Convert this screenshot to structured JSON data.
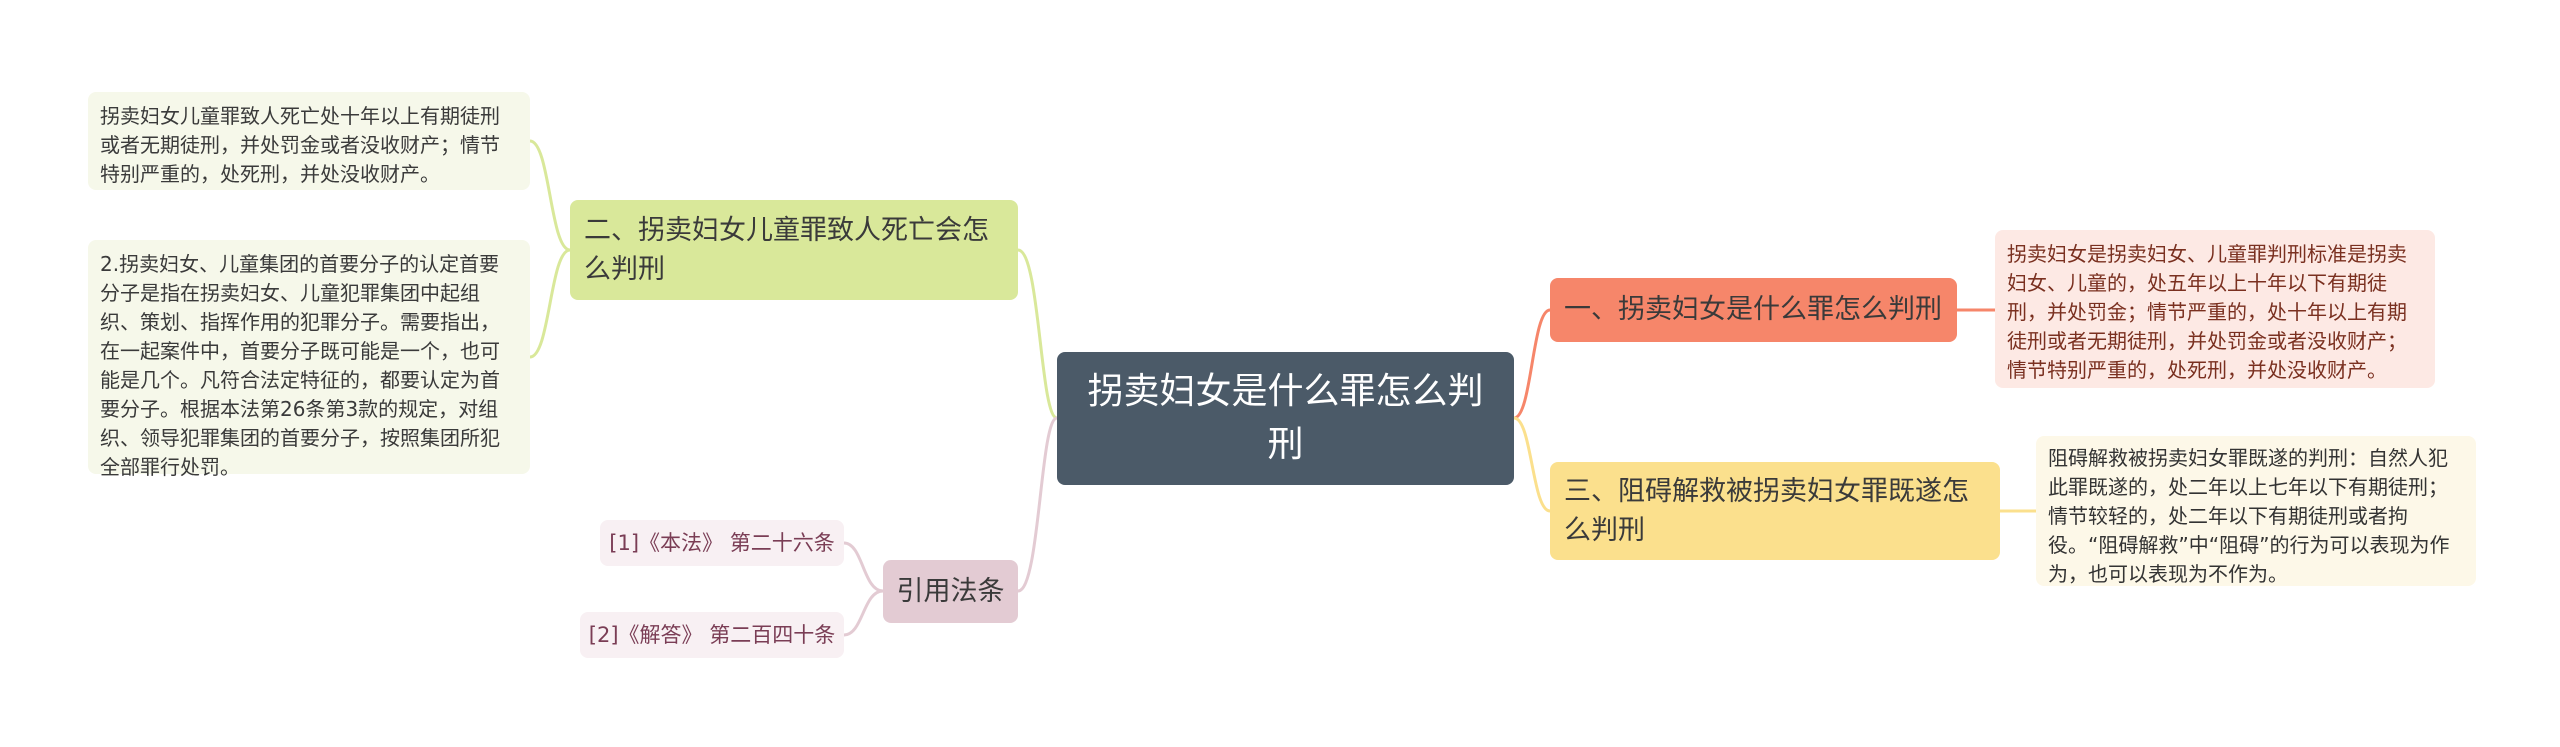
{
  "center": {
    "title": "拐卖妇女是什么罪怎么判刑"
  },
  "branches": {
    "b1": {
      "label": "一、拐卖妇女是什么罪怎么判刑",
      "color": "#f6866a",
      "detail": "拐卖妇女是拐卖妇女、儿童罪判刑标准是拐卖妇女、儿童的，处五年以上十年以下有期徒刑，并处罚金；情节严重的，处十年以上有期徒刑或者无期徒刑，并处罚金或者没收财产；情节特别严重的，处死刑，并处没收财产。"
    },
    "b2": {
      "label": "二、拐卖妇女儿童罪致人死亡会怎么判刑",
      "color": "#d9e89a",
      "details": [
        "拐卖妇女儿童罪致人死亡处十年以上有期徒刑或者无期徒刑，并处罚金或者没收财产；情节特别严重的，处死刑，并处没收财产。",
        "2.拐卖妇女、儿童集团的首要分子的认定首要分子是指在拐卖妇女、儿童犯罪集团中起组织、策划、指挥作用的犯罪分子。需要指出，在一起案件中，首要分子既可能是一个，也可能是几个。凡符合法定特征的，都要认定为首要分子。根据本法第26条第3款的规定，对组织、领导犯罪集团的首要分子，按照集团所犯全部罪行处罚。"
      ]
    },
    "b3": {
      "label": "三、阻碍解救被拐卖妇女罪既遂怎么判刑",
      "color": "#fbe08d",
      "detail": "阻碍解救被拐卖妇女罪既遂的判刑：自然人犯此罪既遂的，处二年以上七年以下有期徒刑；情节较轻的，处二年以下有期徒刑或者拘役。“阻碍解救”中“阻碍”的行为可以表现为作为，也可以表现为不作为。"
    },
    "cite": {
      "label": "引用法条",
      "color": "#e3cbd3",
      "items": [
        "[1]《本法》 第二十六条",
        "[2]《解答》 第二百四十条"
      ]
    }
  },
  "center_color": "#4b5a68"
}
